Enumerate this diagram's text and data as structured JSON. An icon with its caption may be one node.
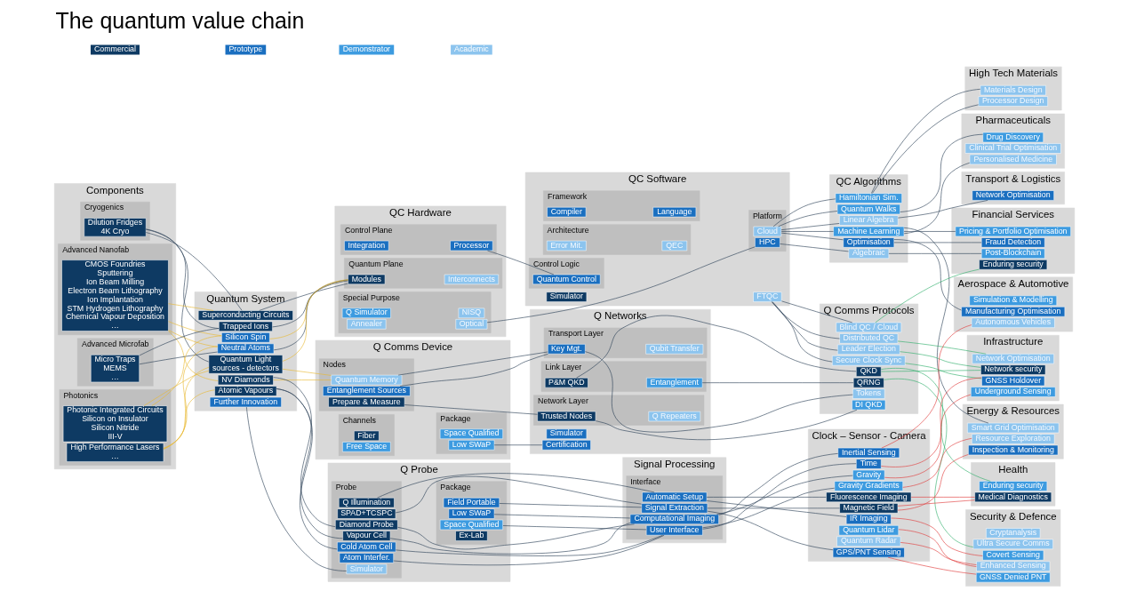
{
  "diagram": {
    "title": "The quantum value chain",
    "nodes": [
      {
        "text": [
          "Components"
        ]
      },
      {
        "text": [
          "Cryogenics"
        ],
        "in": 0
      },
      {
        "text": [
          "Dilution Fridges",
          "4K Cryo"
        ],
        "in": 1
      },
      {
        "text": [
          "Advanced Nanofab"
        ],
        "in": 0
      },
      {
        "text": [
          "CMOS Foundries",
          "Sputtering",
          "Ion Beam Milling",
          "Electron Beam Lithography",
          "Ion Implantation",
          "STM Hydrogen Lithography",
          "Chemical Vapour Deposition",
          "…"
        ],
        "in": 3
      },
      {
        "text": [
          "Advanced Microfab"
        ],
        "in": 0
      },
      {
        "text": [
          "Micro Traps",
          "MEMS",
          "…"
        ],
        "in": 5
      },
      {
        "text": [
          "Photonics"
        ],
        "in": 0
      },
      {
        "text": [
          "High Performance Lasers",
          "…"
        ],
        "in": 7
      },
      {
        "text": [
          "Photonic Integrated Circuits",
          "Silicon on Insulator",
          "Silicon Nitride",
          "III-V"
        ],
        "in": 7
      },
      {
        "text": [
          "Quantum System"
        ]
      },
      {
        "text": [
          "Superconducting Circuits"
        ],
        "in": 10
      },
      {
        "text": [
          "Trapped Ions"
        ],
        "in": 10
      },
      {
        "text": [
          "Silicon Spin"
        ],
        "in": 10
      },
      {
        "text": [
          "Neutral Atoms"
        ],
        "in": 10
      },
      {
        "text": [
          "Quantum Light",
          "sources - detectors"
        ],
        "in": 10
      },
      {
        "text": [
          "NV Diamonds"
        ],
        "in": 10
      },
      {
        "text": [
          "Atomic Vapours"
        ],
        "in": 10
      },
      {
        "text": [
          "Further Innovation"
        ],
        "in": 10
      },
      {
        "text": [
          "QC Hardware"
        ]
      },
      {
        "text": [
          "Control Plane"
        ],
        "in": 19
      },
      {
        "text": [
          "Integration"
        ],
        "in": 20
      },
      {
        "text": [
          "Processor"
        ],
        "in": 20
      },
      {
        "text": [
          "Quantum Plane"
        ],
        "in": 19
      },
      {
        "text": [
          "Modules"
        ],
        "in": 23
      },
      {
        "text": [
          "Interconnects"
        ],
        "in": 23
      },
      {
        "text": [
          "Special Purpose"
        ],
        "in": 19
      },
      {
        "text": [
          "Q Simulator"
        ],
        "in": 26
      },
      {
        "text": [
          "NISQ"
        ],
        "in": 26
      },
      {
        "text": [
          "Annealer"
        ],
        "in": 26
      },
      {
        "text": [
          "Optical"
        ],
        "in": 26
      },
      {
        "text": [
          "QC Software"
        ]
      },
      {
        "text": [
          "Simulator"
        ],
        "in": 31
      },
      {
        "text": [
          "Framework"
        ],
        "in": 31
      },
      {
        "text": [
          "Compiler"
        ],
        "in": 33
      },
      {
        "text": [
          "Language"
        ],
        "in": 33
      },
      {
        "text": [
          "Architecture"
        ],
        "in": 31
      },
      {
        "text": [
          "Error Mit."
        ],
        "in": 36
      },
      {
        "text": [
          "QEC"
        ],
        "in": 36
      },
      {
        "text": [
          "Control Logic"
        ],
        "in": 31
      },
      {
        "text": [
          "Quantum Control"
        ],
        "in": 39
      },
      {
        "text": [
          "Platform"
        ],
        "in": 31
      },
      {
        "text": [
          "Cloud"
        ],
        "in": 41
      },
      {
        "text": [
          "HPC"
        ],
        "in": 41
      },
      {
        "text": [
          "FTQC"
        ],
        "in": 31
      },
      {
        "text": [
          "QC Algorithms"
        ]
      },
      {
        "text": [
          "Hamiltonian Sim."
        ],
        "in": 45
      },
      {
        "text": [
          "Quantum Walks"
        ],
        "in": 45
      },
      {
        "text": [
          "Machine Learning"
        ],
        "in": 45
      },
      {
        "text": [
          "Optimisation"
        ],
        "in": 45
      },
      {
        "text": [
          "Linear Algebra"
        ],
        "in": 45
      },
      {
        "text": [
          "Algebraic"
        ],
        "in": 45
      },
      {
        "text": [
          "Q Comms Device"
        ]
      },
      {
        "text": [
          "Nodes"
        ],
        "in": 52
      },
      {
        "text": [
          "Quantum Memory"
        ],
        "in": 53
      },
      {
        "text": [
          "Entanglement Sources"
        ],
        "in": 53
      },
      {
        "text": [
          "Prepare & Measure"
        ],
        "in": 53
      },
      {
        "text": [
          "Channels"
        ],
        "in": 52
      },
      {
        "text": [
          "Fiber"
        ],
        "in": 57
      },
      {
        "text": [
          "Free Space"
        ],
        "in": 57
      },
      {
        "text": [
          "Package"
        ],
        "in": 52
      },
      {
        "text": [
          "Space Qualified"
        ],
        "in": 60
      },
      {
        "text": [
          "Low SWaP"
        ],
        "in": 60
      },
      {
        "text": [
          "Q Networks"
        ]
      },
      {
        "text": [
          "Simulator"
        ],
        "in": 63
      },
      {
        "text": [
          "Transport Layer"
        ],
        "in": 63
      },
      {
        "text": [
          "Key Mgt."
        ],
        "in": 65
      },
      {
        "text": [
          "Qubit Transfer"
        ],
        "in": 65
      },
      {
        "text": [
          "Network Layer"
        ],
        "in": 63
      },
      {
        "text": [
          "Trusted Nodes"
        ],
        "in": 68
      },
      {
        "text": [
          "Q Repeaters"
        ],
        "in": 68
      },
      {
        "text": [
          "Link Layer"
        ],
        "in": 63
      },
      {
        "text": [
          "P&M QKD"
        ],
        "in": 71
      },
      {
        "text": [
          "Entanglement"
        ],
        "in": 71
      },
      {
        "text": [
          "Certification"
        ],
        "in": 63
      },
      {
        "text": [
          "Q Comms Protocols"
        ]
      },
      {
        "text": [
          "Distributed QC"
        ],
        "in": 75
      },
      {
        "text": [
          "Leader Election"
        ],
        "in": 75
      },
      {
        "text": [
          "Secure Clock Sync"
        ],
        "in": 75
      },
      {
        "text": [
          "Blind QC / Cloud"
        ],
        "in": 75
      },
      {
        "text": [
          "Tokens"
        ],
        "in": 75
      },
      {
        "text": [
          "DI QKD"
        ],
        "in": 75
      },
      {
        "text": [
          "QKD"
        ],
        "in": 75
      },
      {
        "text": [
          "QRNG"
        ],
        "in": 75
      },
      {
        "text": [
          "Q Probe"
        ]
      },
      {
        "text": [
          "Probe"
        ],
        "in": 84
      },
      {
        "text": [
          "Atom Interfer."
        ],
        "in": 85
      },
      {
        "text": [
          "Cold Atom Cell"
        ],
        "in": 85
      },
      {
        "text": [
          "Vapour Cell"
        ],
        "in": 85
      },
      {
        "text": [
          "Diamond Probe"
        ],
        "in": 85
      },
      {
        "text": [
          "SPAD+TCSPC"
        ],
        "in": 85
      },
      {
        "text": [
          "Q Illumination"
        ],
        "in": 85
      },
      {
        "text": [
          "Simulator"
        ],
        "in": 85
      },
      {
        "text": [
          "Package"
        ],
        "in": 84
      },
      {
        "text": [
          "Space Qualified"
        ],
        "in": 93
      },
      {
        "text": [
          "Low SWaP"
        ],
        "in": 93
      },
      {
        "text": [
          "Field Portable"
        ],
        "in": 93
      },
      {
        "text": [
          "Ex-Lab"
        ],
        "in": 93
      },
      {
        "text": [
          "Signal Processing"
        ]
      },
      {
        "text": [
          "Interface"
        ],
        "in": 98
      },
      {
        "text": [
          "User Interface"
        ],
        "in": 99
      },
      {
        "text": [
          "Computational Imaging"
        ],
        "in": 99
      },
      {
        "text": [
          "Signal Extraction"
        ],
        "in": 99
      },
      {
        "text": [
          "Automatic Setup"
        ],
        "in": 99
      },
      {
        "text": [
          "Clock – Sensor - Camera"
        ]
      },
      {
        "text": [
          "Time"
        ],
        "in": 104
      },
      {
        "text": [
          "Gravity Gradients"
        ],
        "in": 104
      },
      {
        "text": [
          "Gravity"
        ],
        "in": 104
      },
      {
        "text": [
          "Inertial Sensing"
        ],
        "in": 104
      },
      {
        "text": [
          "GPS/PNT Sensing"
        ],
        "in": 104
      },
      {
        "text": [
          "Magnetic Field"
        ],
        "in": 104
      },
      {
        "text": [
          "IR Imaging"
        ],
        "in": 104
      },
      {
        "text": [
          "Fluorescence Imaging"
        ],
        "in": 104
      },
      {
        "text": [
          "Quantum Lidar"
        ],
        "in": 104
      },
      {
        "text": [
          "Quantum Radar"
        ],
        "in": 104
      },
      {
        "text": [
          "High Tech Materials"
        ]
      },
      {
        "text": [
          "Materials Design"
        ],
        "in": 115
      },
      {
        "text": [
          "Processor Design"
        ],
        "in": 115
      },
      {
        "text": [
          "Pharmaceuticals"
        ]
      },
      {
        "text": [
          "Drug Discovery"
        ],
        "in": 118
      },
      {
        "text": [
          "Clinical Trial Optimisation"
        ],
        "in": 118
      },
      {
        "text": [
          "Personalised Medicine"
        ],
        "in": 118
      },
      {
        "text": [
          "Financial Services"
        ]
      },
      {
        "text": [
          "Pricing & Portfolio Optimisation"
        ],
        "in": 122
      },
      {
        "text": [
          "Fraud Detection"
        ],
        "in": 122
      },
      {
        "text": [
          "Enduring security"
        ],
        "in": 122
      },
      {
        "text": [
          "Post-Blockchain"
        ],
        "in": 122
      },
      {
        "text": [
          "Transport & Logistics"
        ]
      },
      {
        "text": [
          "Network Optimisation"
        ],
        "in": 127
      },
      {
        "text": [
          "Infrastructure"
        ]
      },
      {
        "text": [
          "Network Optimisation"
        ],
        "in": 129
      },
      {
        "text": [
          "Network security"
        ],
        "in": 129
      },
      {
        "text": [
          "Underground Sensing"
        ],
        "in": 129
      },
      {
        "text": [
          "GNSS Holdover"
        ],
        "in": 129
      },
      {
        "text": [
          "Aerospace & Automotive"
        ]
      },
      {
        "text": [
          "Simulation & Modelling"
        ],
        "in": 134
      },
      {
        "text": [
          "Manufacturing Optimisation"
        ],
        "in": 134
      },
      {
        "text": [
          "Autonomous Vehicles"
        ],
        "in": 134
      },
      {
        "text": [
          "Energy & Resources"
        ]
      },
      {
        "text": [
          "Smart Grid Optimisation"
        ],
        "in": 138
      },
      {
        "text": [
          "Resource Exploration"
        ],
        "in": 138
      },
      {
        "text": [
          "Inspection & Monitoring"
        ],
        "in": 138
      },
      {
        "text": [
          "Health"
        ]
      },
      {
        "text": [
          "Enduring security"
        ],
        "in": 142
      },
      {
        "text": [
          "Medical Diagnostics"
        ],
        "in": 142
      },
      {
        "text": [
          "Security & Defence"
        ]
      },
      {
        "text": [
          "Cryptanalysis"
        ],
        "in": 145
      },
      {
        "text": [
          "Ultra Secure Comms"
        ],
        "in": 145
      },
      {
        "text": [
          "GNSS Denied PNT"
        ],
        "in": 145
      },
      {
        "text": [
          "Covert Sensing"
        ],
        "in": 145
      },
      {
        "text": [
          "Enhanced Sensing"
        ],
        "in": 145
      }
    ],
    "edges": [
      {
        "from": 2,
        "to": 11,
        "arrow": "none"
      },
      {
        "from": 2,
        "to": 12,
        "arrow": "none"
      },
      {
        "from": 2,
        "to": 15,
        "arrow": "none"
      },
      {
        "from": 4,
        "to": 11,
        "arrow": "none",
        "color": "#e8b830"
      },
      {
        "from": 4,
        "to": 13,
        "arrow": "none",
        "color": "#e8b830"
      },
      {
        "from": 4,
        "to": 14,
        "arrow": "none",
        "color": "#e8b830"
      },
      {
        "from": 4,
        "to": 16,
        "arrow": "none",
        "color": "#e8b830"
      },
      {
        "from": 6,
        "to": 12,
        "arrow": "none"
      },
      {
        "from": 6,
        "to": 14,
        "arrow": "none"
      },
      {
        "from": 8,
        "to": 14,
        "arrow": "none",
        "color": "#e8b830"
      },
      {
        "from": 8,
        "to": 15,
        "arrow": "none",
        "color": "#e8b830"
      },
      {
        "from": 8,
        "to": 17,
        "arrow": "none",
        "color": "#e8b830"
      },
      {
        "from": 9,
        "to": 13,
        "arrow": "none",
        "color": "#e8b830"
      },
      {
        "from": 9,
        "to": 15,
        "arrow": "none",
        "color": "#e8b830"
      },
      {
        "from": 11,
        "to": 24,
        "arrow": "none"
      },
      {
        "from": 12,
        "to": 24,
        "arrow": "none"
      },
      {
        "from": 13,
        "to": 24,
        "arrow": "none",
        "color": "#e8b830"
      },
      {
        "from": 14,
        "to": 24,
        "arrow": "none"
      },
      {
        "from": 15,
        "to": 24,
        "arrow": "none",
        "color": "#e8b830"
      },
      {
        "from": 15,
        "to": 54,
        "arrow": "none",
        "color": "#e8b830"
      },
      {
        "from": 16,
        "to": 54,
        "arrow": "none",
        "color": "#e8b830"
      },
      {
        "from": 16,
        "to": 89,
        "arrow": "none"
      },
      {
        "from": 17,
        "to": 87,
        "arrow": "none"
      },
      {
        "from": 17,
        "to": 88,
        "arrow": "none"
      },
      {
        "from": 18,
        "to": 92,
        "arrow": "none"
      },
      {
        "from": 22,
        "to": 40,
        "arrow": "none"
      },
      {
        "from": 30,
        "to": 43,
        "arrow": "none"
      },
      {
        "from": 42,
        "to": 46,
        "arrow": "none"
      },
      {
        "from": 42,
        "to": 47,
        "arrow": "none"
      },
      {
        "from": 42,
        "to": 48,
        "arrow": "none"
      },
      {
        "from": 42,
        "to": 49,
        "arrow": "none"
      },
      {
        "from": 42,
        "to": 50,
        "arrow": "none"
      },
      {
        "from": 43,
        "to": 51,
        "arrow": "none"
      },
      {
        "from": 44,
        "to": 76,
        "arrow": "none"
      },
      {
        "from": 44,
        "to": 77,
        "arrow": "none"
      },
      {
        "from": 44,
        "to": 78,
        "arrow": "none"
      },
      {
        "from": 44,
        "to": 79,
        "arrow": "none"
      },
      {
        "from": 54,
        "to": 66,
        "arrow": "none"
      },
      {
        "from": 55,
        "to": 66,
        "arrow": "none"
      },
      {
        "from": 56,
        "to": 69,
        "arrow": "none"
      },
      {
        "from": 62,
        "to": 74,
        "arrow": "none"
      },
      {
        "from": 66,
        "to": 80,
        "arrow": "none"
      },
      {
        "from": 69,
        "to": 81,
        "arrow": "none"
      },
      {
        "from": 72,
        "to": 82,
        "arrow": "none"
      },
      {
        "from": 73,
        "to": 83,
        "arrow": "none"
      },
      {
        "from": 86,
        "to": 100,
        "arrow": "none"
      },
      {
        "from": 87,
        "to": 100,
        "arrow": "none"
      },
      {
        "from": 88,
        "to": 101,
        "arrow": "none"
      },
      {
        "from": 89,
        "to": 101,
        "arrow": "none"
      },
      {
        "from": 90,
        "to": 102,
        "arrow": "none"
      },
      {
        "from": 91,
        "to": 103,
        "arrow": "none"
      },
      {
        "from": 94,
        "to": 100,
        "arrow": "none"
      },
      {
        "from": 95,
        "to": 101,
        "arrow": "none"
      },
      {
        "from": 96,
        "to": 102,
        "arrow": "none"
      },
      {
        "from": 100,
        "to": 105,
        "arrow": "none"
      },
      {
        "from": 100,
        "to": 106,
        "arrow": "none"
      },
      {
        "from": 101,
        "to": 107,
        "arrow": "none"
      },
      {
        "from": 101,
        "to": 108,
        "arrow": "none"
      },
      {
        "from": 102,
        "to": 109,
        "arrow": "none"
      },
      {
        "from": 102,
        "to": 110,
        "arrow": "none"
      },
      {
        "from": 103,
        "to": 111,
        "arrow": "none"
      },
      {
        "from": 103,
        "to": 112,
        "arrow": "none"
      },
      {
        "from": 46,
        "to": 116,
        "arrow": "none"
      },
      {
        "from": 46,
        "to": 117,
        "arrow": "none"
      },
      {
        "from": 47,
        "to": 119,
        "arrow": "none"
      },
      {
        "from": 48,
        "to": 121,
        "arrow": "none"
      },
      {
        "from": 48,
        "to": 123,
        "arrow": "none"
      },
      {
        "from": 49,
        "to": 124,
        "arrow": "none"
      },
      {
        "from": 50,
        "to": 128,
        "arrow": "none"
      },
      {
        "from": 51,
        "to": 126,
        "arrow": "none"
      },
      {
        "from": 49,
        "to": 136,
        "arrow": "none"
      },
      {
        "from": 48,
        "to": 139,
        "arrow": "none"
      },
      {
        "from": 76,
        "to": 130,
        "arrow": "none",
        "color": "#2fae6a"
      },
      {
        "from": 77,
        "to": 131,
        "arrow": "none",
        "color": "#2fae6a"
      },
      {
        "from": 78,
        "to": 133,
        "arrow": "none",
        "color": "#2fae6a"
      },
      {
        "from": 79,
        "to": 125,
        "arrow": "none",
        "color": "#2fae6a"
      },
      {
        "from": 82,
        "to": 131,
        "arrow": "none",
        "color": "#2fae6a"
      },
      {
        "from": 82,
        "to": 143,
        "arrow": "none",
        "color": "#2fae6a"
      },
      {
        "from": 83,
        "to": 147,
        "arrow": "none",
        "color": "#2fae6a"
      },
      {
        "from": 105,
        "to": 133,
        "arrow": "none",
        "color": "#e03a3a"
      },
      {
        "from": 106,
        "to": 140,
        "arrow": "none",
        "color": "#e03a3a"
      },
      {
        "from": 107,
        "to": 132,
        "arrow": "none",
        "color": "#e03a3a"
      },
      {
        "from": 108,
        "to": 137,
        "arrow": "none",
        "color": "#e03a3a"
      },
      {
        "from": 109,
        "to": 148,
        "arrow": "none",
        "color": "#e03a3a"
      },
      {
        "from": 110,
        "to": 144,
        "arrow": "none",
        "color": "#e03a3a"
      },
      {
        "from": 110,
        "to": 141,
        "arrow": "none",
        "color": "#e03a3a"
      },
      {
        "from": 111,
        "to": 149,
        "arrow": "none",
        "color": "#e03a3a"
      },
      {
        "from": 112,
        "to": 144,
        "arrow": "none",
        "color": "#e03a3a"
      },
      {
        "from": 113,
        "to": 150,
        "arrow": "none",
        "color": "#e03a3a"
      },
      {
        "from": 114,
        "to": 150,
        "arrow": "none",
        "color": "#e03a3a"
      }
    ],
    "legend": [
      {
        "text": "Commercial",
        "color": "#0e3a63"
      },
      {
        "text": "Prototype",
        "color": "#1a6fc0"
      },
      {
        "text": "Demonstrator",
        "color": "#3d9be0"
      },
      {
        "text": "Academic",
        "color": "#8cc4ee"
      }
    ]
  }
}
